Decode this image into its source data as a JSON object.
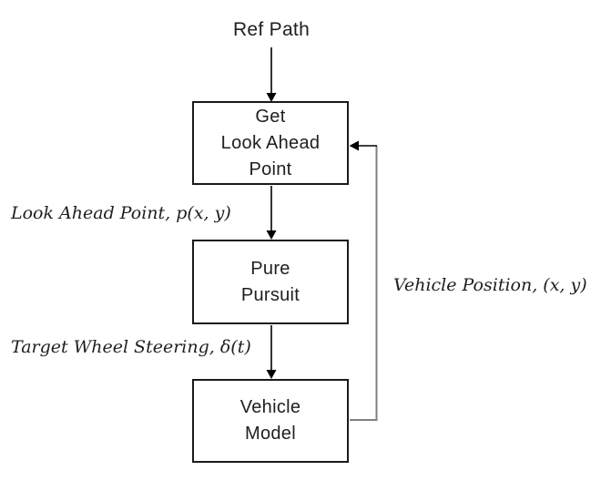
{
  "diagram": {
    "source_label": "Ref Path",
    "nodes": [
      {
        "id": "get-look-ahead-point",
        "lines": [
          "Get",
          "Look Ahead",
          "Point"
        ]
      },
      {
        "id": "pure-pursuit",
        "lines": [
          "Pure",
          "Pursuit"
        ]
      },
      {
        "id": "vehicle-model",
        "lines": [
          "Vehicle",
          "Model"
        ]
      }
    ],
    "edge_labels": [
      {
        "id": "look-ahead-point",
        "text": "Look Ahead Point, p(x, y)"
      },
      {
        "id": "target-wheel-steering",
        "text": "Target Wheel Steering, δ(t)"
      },
      {
        "id": "vehicle-position",
        "text": "Vehicle Position, (x, y)"
      }
    ],
    "colors": {
      "connector": "#000000",
      "feedback_connector": "#808080",
      "box_border": "#1a1a1a",
      "text": "#202020",
      "background": "#ffffff"
    }
  }
}
